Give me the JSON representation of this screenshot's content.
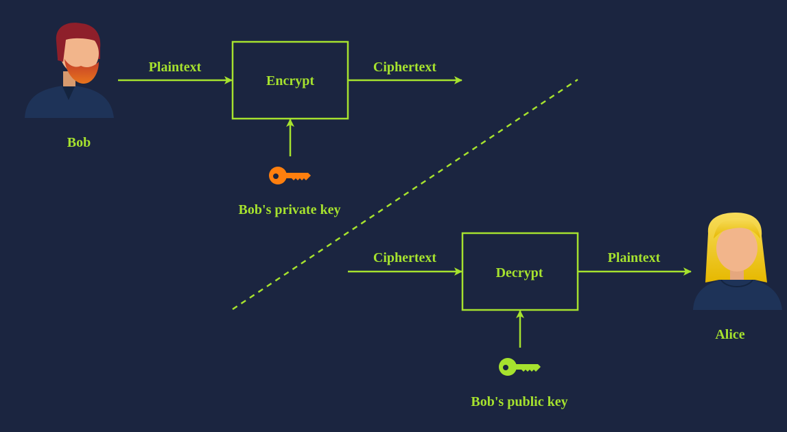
{
  "colors": {
    "background": "#1b2540",
    "accent": "#a6e22e",
    "private_key": "#ff7f0e",
    "public_key": "#a6e22e"
  },
  "actors": {
    "sender": {
      "name": "Bob",
      "avatar_icon": "bearded-man-avatar-icon"
    },
    "receiver": {
      "name": "Alice",
      "avatar_icon": "blonde-woman-avatar-icon"
    }
  },
  "encrypt": {
    "box_label": "Encrypt",
    "input_label": "Plaintext",
    "output_label": "Ciphertext",
    "key_label": "Bob's private key",
    "key_icon": "key-icon"
  },
  "decrypt": {
    "box_label": "Decrypt",
    "input_label": "Ciphertext",
    "output_label": "Plaintext",
    "key_label": "Bob's public key",
    "key_icon": "key-icon"
  }
}
